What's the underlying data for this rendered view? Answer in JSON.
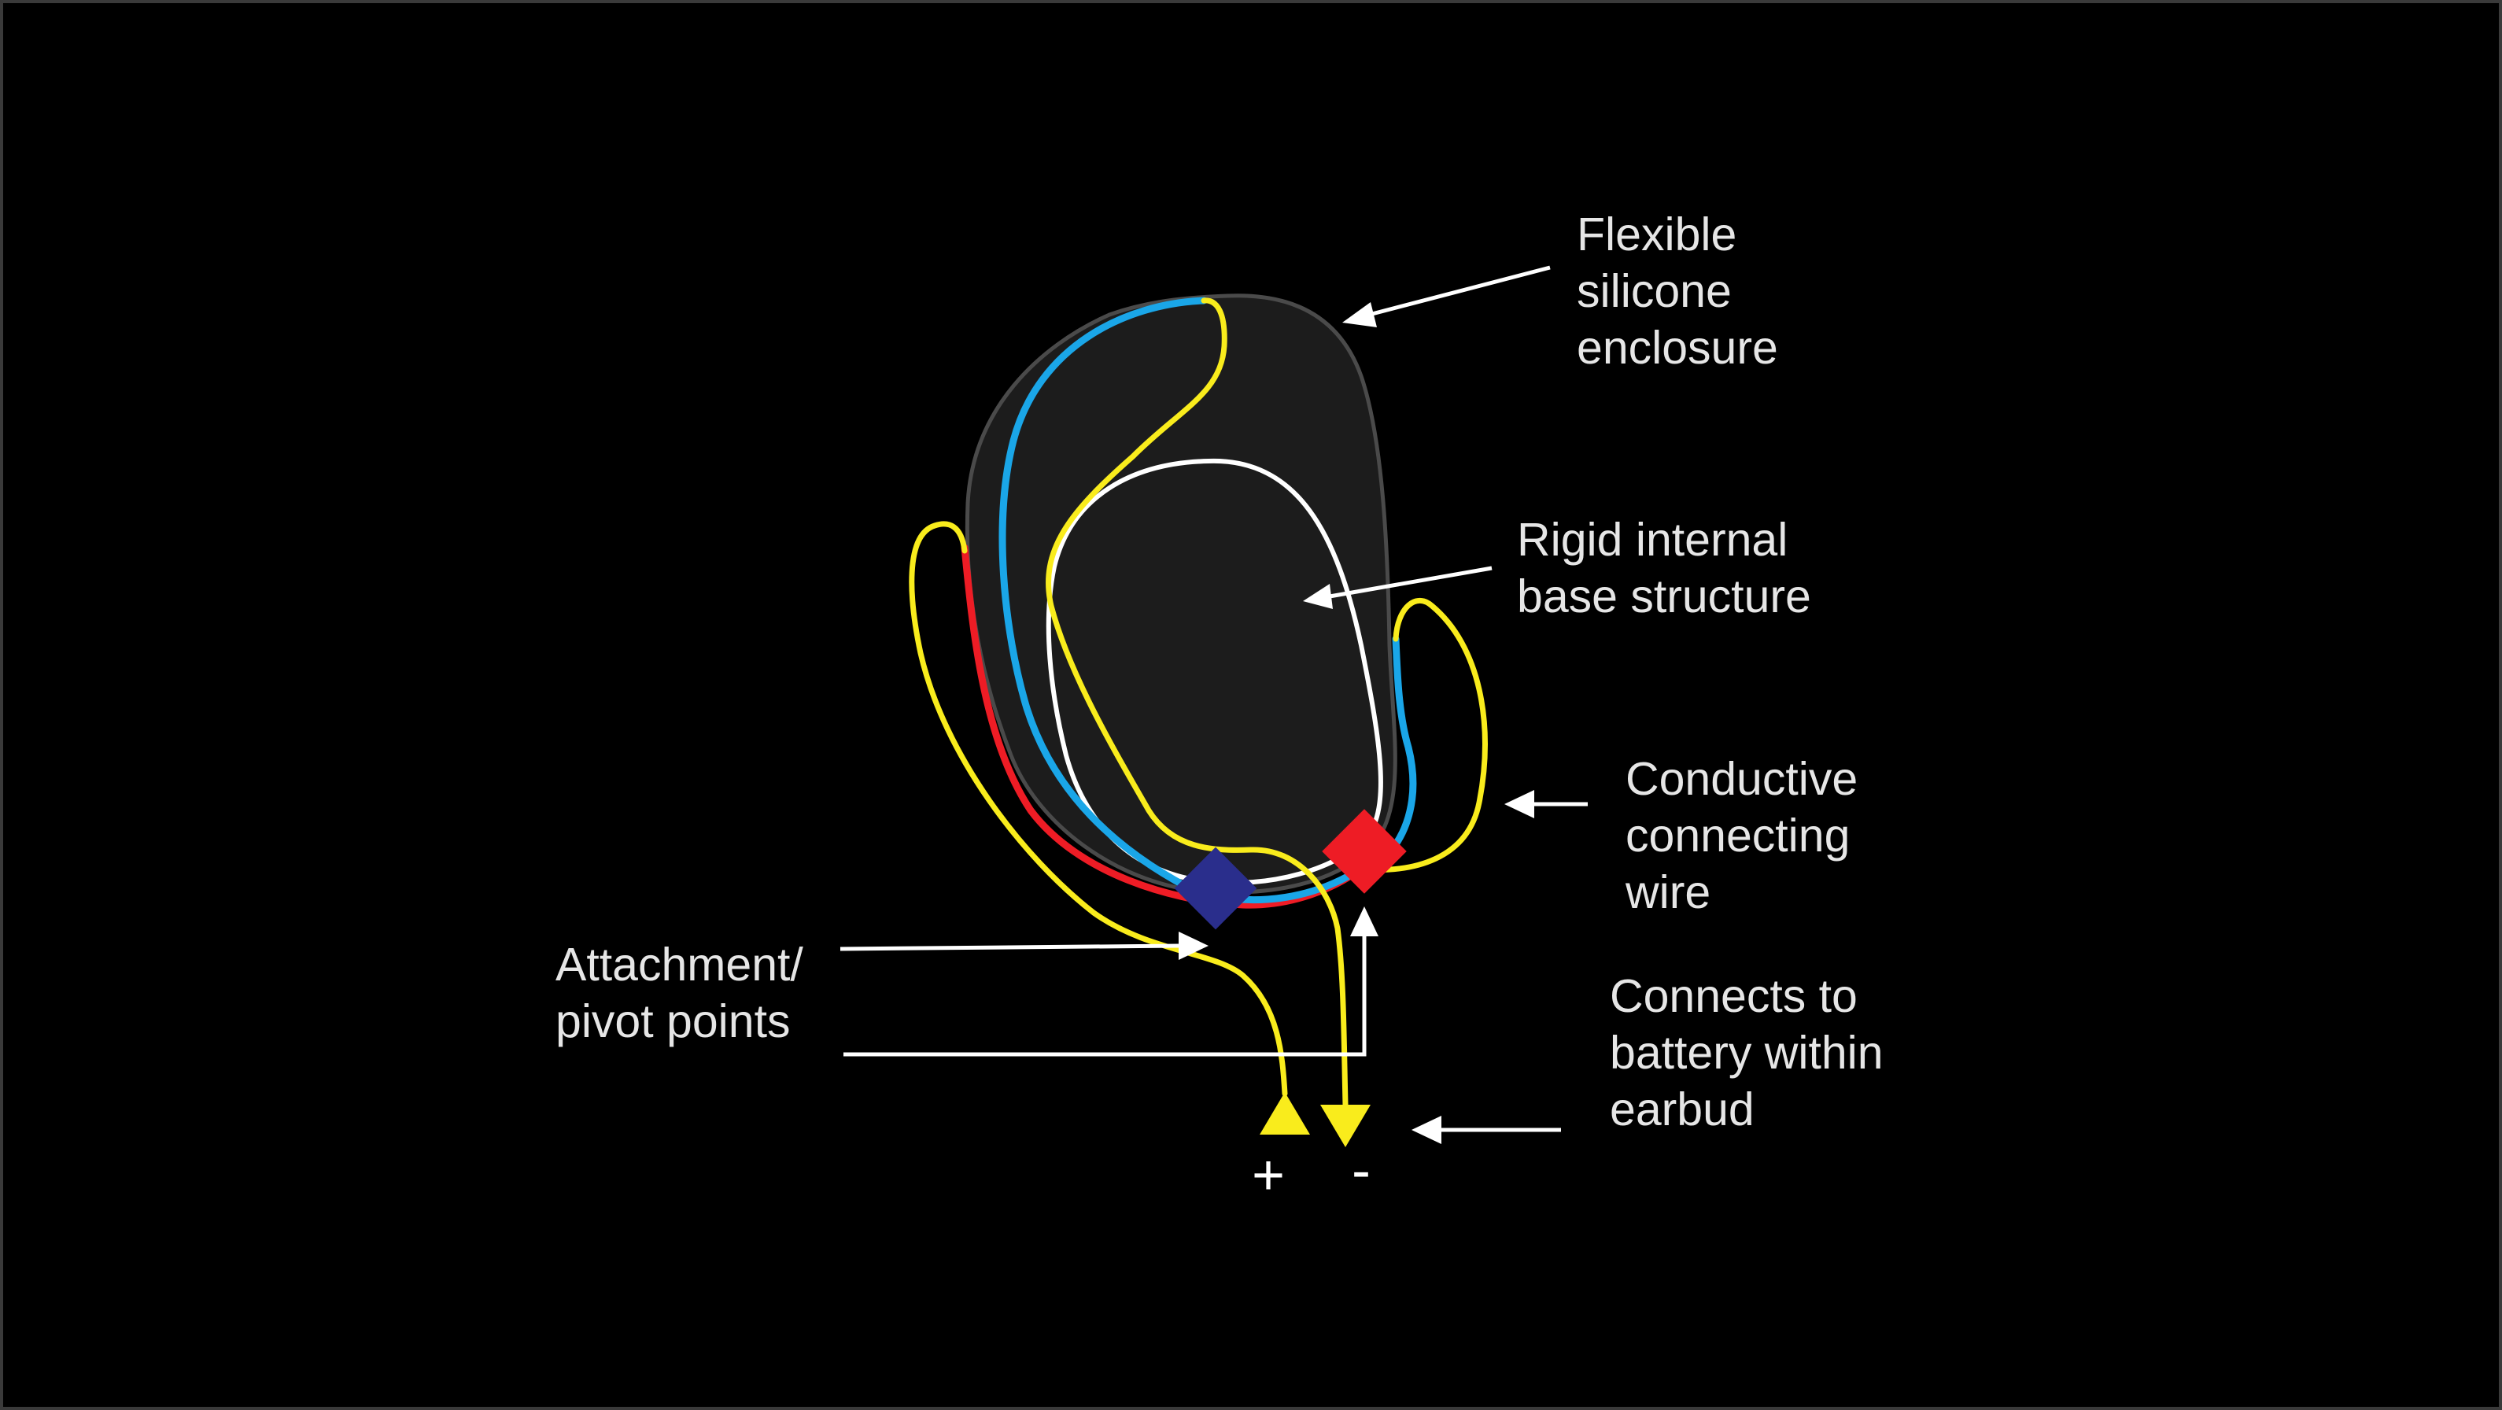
{
  "labels": {
    "enclosure": [
      "Flexible",
      "silicone",
      "enclosure"
    ],
    "base": [
      "Rigid internal",
      "base structure"
    ],
    "wire": [
      "Conductive",
      "connecting",
      "wire"
    ],
    "pivot": [
      "Attachment/",
      "pivot points"
    ],
    "battery": [
      "Connects to",
      "battery within",
      "earbud"
    ],
    "plus": "+",
    "minus": "-"
  },
  "colors": {
    "background": "#000000",
    "border": "#3a3a3a",
    "enclosure_fill": "#1c1c1c",
    "enclosure_outline": "#4a4a4a",
    "base_outline": "#ffffff",
    "wire_yellow": "#f9ec1c",
    "wire_blue": "#1aa6e8",
    "wire_red": "#ee1c25",
    "pivot_blue": "#2a2e8c",
    "pivot_red": "#ee1c25",
    "pointer": "#ffffff"
  }
}
